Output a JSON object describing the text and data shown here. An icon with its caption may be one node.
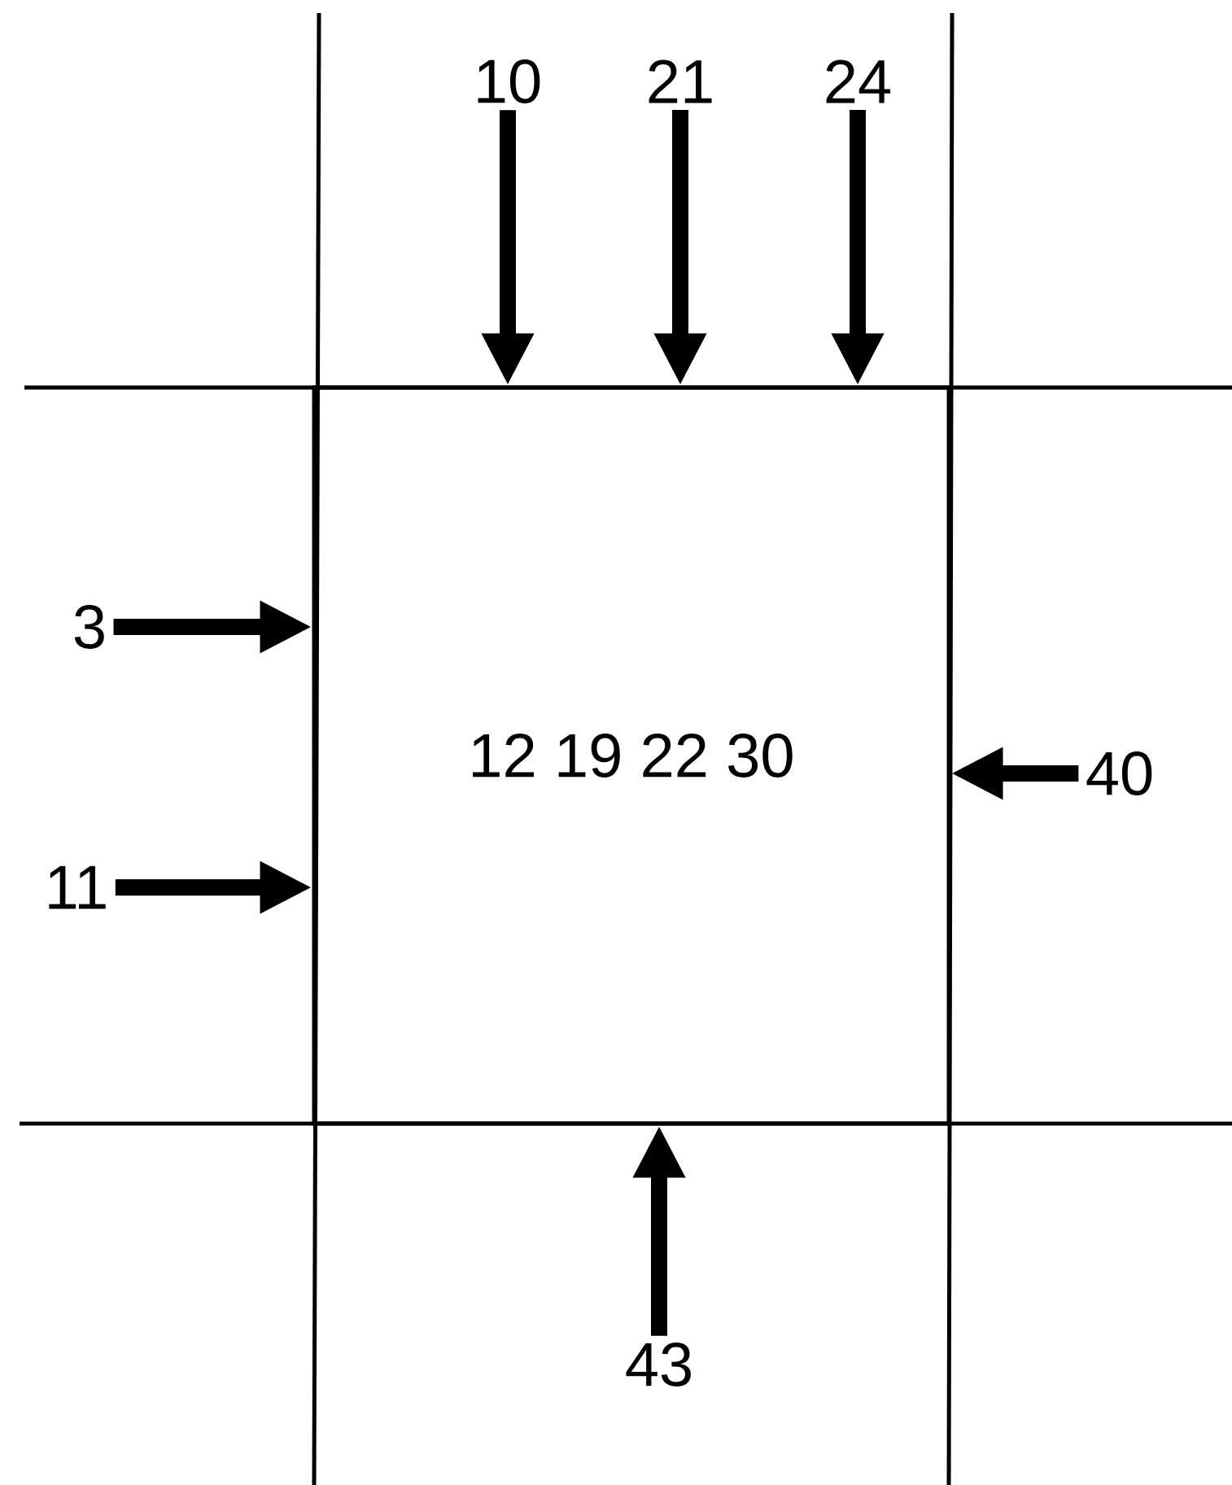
{
  "diagram": {
    "nodes": [
      {
        "text": [
          "10"
        ]
      },
      {
        "text": [
          "21"
        ]
      },
      {
        "text": [
          "24"
        ]
      },
      {
        "text": [
          "3"
        ]
      },
      {
        "text": [
          "12 19 22 30"
        ]
      },
      {
        "text": [
          "40"
        ]
      },
      {
        "text": [
          "11"
        ]
      },
      {
        "text": [
          "43"
        ]
      }
    ],
    "edges": [
      {
        "from": 0,
        "to": 4,
        "arrow": "to"
      },
      {
        "from": 1,
        "to": 4,
        "arrow": "to"
      },
      {
        "from": 2,
        "to": 4,
        "arrow": "to"
      },
      {
        "from": 3,
        "to": 4,
        "arrow": "to"
      },
      {
        "from": 5,
        "to": 4,
        "arrow": "to"
      },
      {
        "from": 6,
        "to": 4,
        "arrow": "to"
      },
      {
        "from": 7,
        "to": 4,
        "arrow": "to"
      }
    ]
  }
}
